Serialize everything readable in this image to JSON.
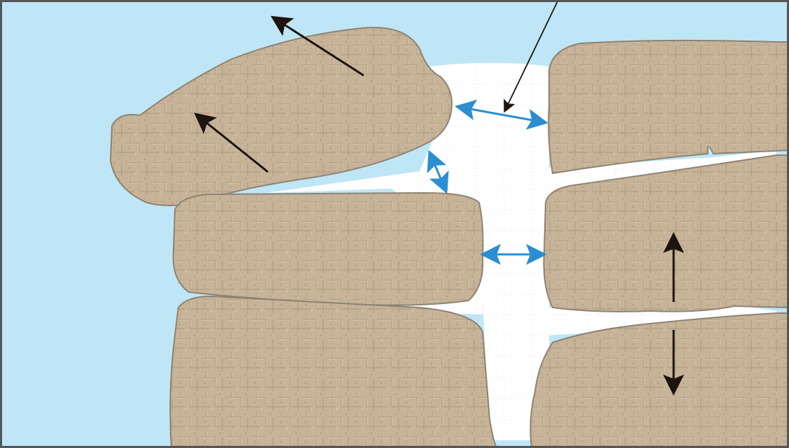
{
  "colors": {
    "sky": "#bfe6f6",
    "rock": "#c7b397",
    "rock_edge": "#8e8373",
    "rock_crack": "#9c8a72",
    "rock_highlight": "#e6dac6",
    "ice": "#ffffff",
    "ice_grid": "#d7e0e7",
    "frame": "#555555",
    "blue_arrow": "#2a8ed0",
    "black_arrow": "#1c140e"
  },
  "arrows": {
    "black": [
      {
        "name": "upper-block-movement-arrow",
        "direction": "up-left"
      },
      {
        "name": "upper-block-movement-arrow-2",
        "direction": "up-left"
      },
      {
        "name": "vertical-expansion-arrow",
        "direction": "up-down"
      },
      {
        "name": "vertical-expansion-arrow-2",
        "direction": "up-down"
      },
      {
        "name": "pointer-line",
        "direction": "down-left"
      }
    ],
    "blue": [
      {
        "name": "ice-expansion-arrow-top",
        "direction": "left-right"
      },
      {
        "name": "ice-expansion-arrow-middle",
        "direction": "diagonal-both"
      },
      {
        "name": "ice-expansion-arrow-bottom",
        "direction": "left-right"
      }
    ]
  }
}
